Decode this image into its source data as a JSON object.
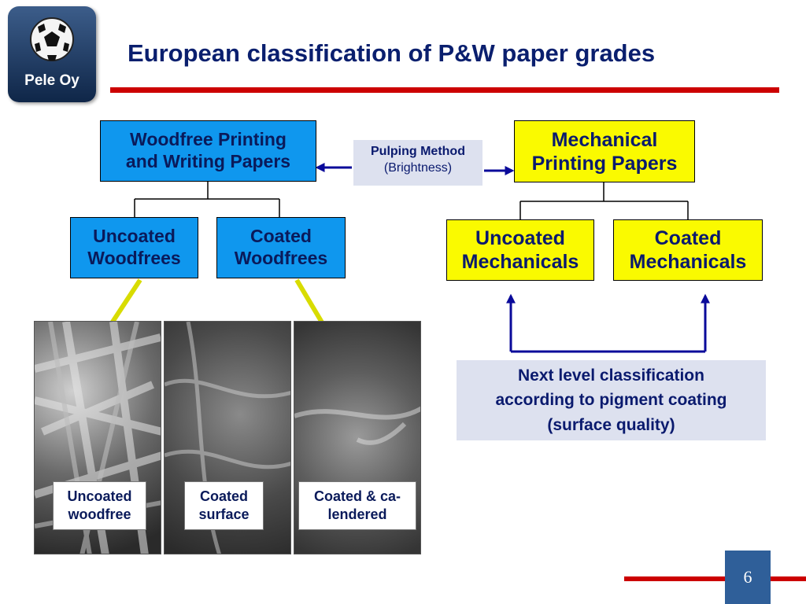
{
  "logo": {
    "text": "Pele Oy"
  },
  "title": "European classification of P&W paper grades",
  "woodfree": {
    "parent": "Woodfree Printing\nand Writing Papers",
    "uncoated": "Uncoated\nWoodfrees",
    "coated": "Coated\nWoodfrees"
  },
  "mechanical": {
    "parent": "Mechanical\nPrinting Papers",
    "uncoated": "Uncoated\nMechanicals",
    "coated": "Coated\nMechanicals"
  },
  "pulping": {
    "line1": "Pulping Method",
    "line2": "(Brightness)"
  },
  "note": "Next level classification\naccording to pigment coating\n(surface quality)",
  "photos": [
    {
      "label": "Uncoated\nwoodfree"
    },
    {
      "label": "Coated\nsurface"
    },
    {
      "label": "Coated & ca-\nlendered"
    }
  ],
  "page_number": "6",
  "colors": {
    "blue_box": "#0f97ee",
    "yellow_box": "#fafa00",
    "arrow_blue": "#0a0a9a",
    "arrow_yellow": "#d8dc00",
    "rule_red": "#cc0000",
    "title": "#0a1f6e"
  },
  "icons": {
    "logo": "soccer-ball-icon"
  }
}
